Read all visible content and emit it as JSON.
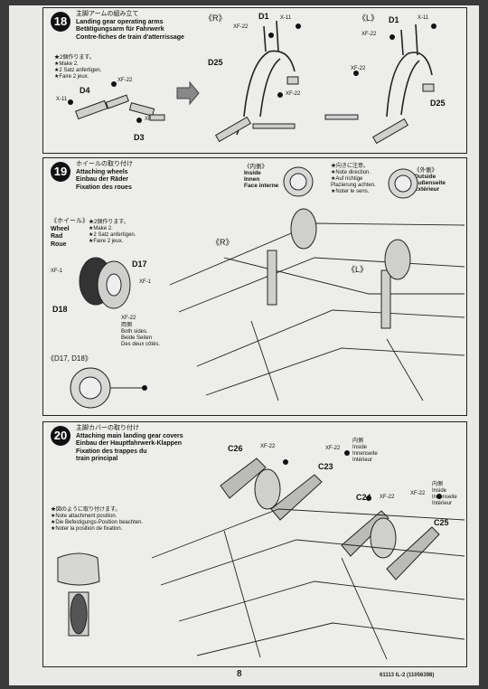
{
  "page": {
    "number": "8",
    "footer_code": "61113 IL-2 (11056398)"
  },
  "step18": {
    "num": "18",
    "jp": "主脚アームの組み立て",
    "en": "Landing gear operating arms",
    "de": "Betätigungsarm für Fahrwerk",
    "fr": "Contre-fiches de train d'atterrissage",
    "make_jp": "★2個作ります。",
    "make_en": "★Make 2.",
    "make_de": "★2 Satz anfertigen.",
    "make_fr": "★Faire 2 jeux.",
    "right": "《R》",
    "left": "《L》",
    "parts": {
      "D1": "D1",
      "D3": "D3",
      "D4": "D4",
      "D25": "D25",
      "X11": "X-11",
      "XF22": "XF-22"
    }
  },
  "step19": {
    "num": "19",
    "jp": "ホイールの取り付け",
    "en": "Attaching wheels",
    "de": "Einbau der Räder",
    "fr": "Fixation des roues",
    "inside": [
      "《内側》",
      "Inside",
      "Innen",
      "Face interne"
    ],
    "outside": [
      "《外側》",
      "Outside",
      "Außenseite",
      "Extérieur"
    ],
    "note": [
      "★向きに注意。",
      "★Note direction.",
      "★Auf richtige",
      "Plazierung achten.",
      "★Noter le sens."
    ],
    "wheel": [
      "《ホイール》",
      "Wheel",
      "Rad",
      "Roue"
    ],
    "make": [
      "★2個作ります。",
      "★Make 2.",
      "★2 Satz anfertigen.",
      "★Faire 2 jeux."
    ],
    "both": [
      "両側",
      "Both sides.",
      "Beide Seiten",
      "Des deux côtés."
    ],
    "parts": {
      "D17": "D17",
      "D18": "D18",
      "XF1": "XF-1",
      "XF22": "XF-22",
      "D1718": "《D17, D18》"
    },
    "right": "《R》",
    "left": "《L》"
  },
  "step20": {
    "num": "20",
    "jp": "主脚カバーの取り付け",
    "en": "Attaching main landing gear covers",
    "de": "Einbau der Hauptfahrwerk-Klappen",
    "fr1": "Fixation des trappes du",
    "fr2": "train principal",
    "note": [
      "★図のように取り付けます。",
      "★Note attachment position.",
      "★Die Befestigungs-Position beachten.",
      "★Noter la position de fixation."
    ],
    "inside1": [
      "内側",
      "Inside",
      "Innenseite",
      "Intérieur"
    ],
    "inside2": [
      "内側",
      "Inside",
      "Innenseite",
      "Intérieur"
    ],
    "parts": {
      "C23": "C23",
      "C24": "C24",
      "C25": "C25",
      "C26": "C26",
      "XF22": "XF-22"
    }
  }
}
